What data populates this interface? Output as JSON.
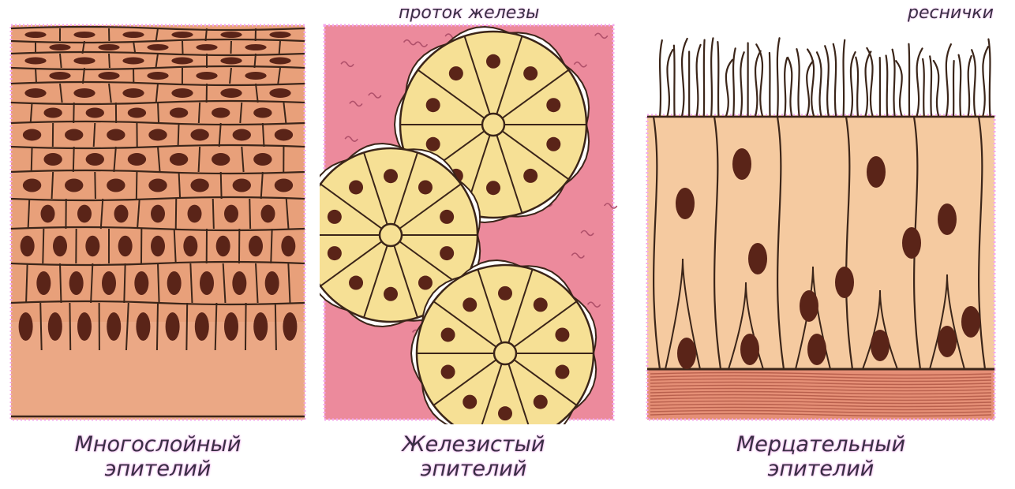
{
  "panels": [
    {
      "caption_line1": "Многослойный",
      "caption_line2": "эпителий"
    },
    {
      "caption_line1": "Железистый",
      "caption_line2": "эпителий",
      "top_label": "проток железы"
    },
    {
      "caption_line1": "Мерцательный",
      "caption_line2": "эпителий",
      "top_label": "реснички"
    }
  ],
  "colors": {
    "stratified_fill": "#e8a07a",
    "stratified_fill_light": "#eeb090",
    "glandular_background": "#ec8a9c",
    "glandular_cell": "#f6e095",
    "ciliated_fill": "#f5caa0",
    "connective": "#e58f76",
    "outline": "#3b2519",
    "nucleus": "#5a2418",
    "halo": "#f3a8ee"
  }
}
